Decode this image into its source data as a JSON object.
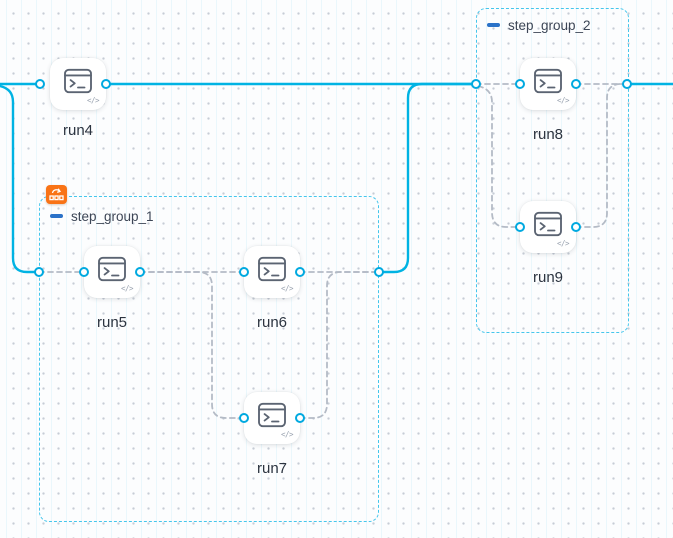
{
  "canvas": {
    "name": "workflow pipeline canvas"
  },
  "colors": {
    "edge_accent": "#00b3e3",
    "edge_neutral": "#b4bbc6",
    "group_border": "#45c6ec",
    "port_ring": "#00a9e0",
    "collapse_toggle": "#2b72c8",
    "loop_badge": "#f97316"
  },
  "glyphs": {
    "code": "</>"
  },
  "icons": {
    "node_icon": "terminal-icon",
    "group1_badge": "loop-icon",
    "collapse": "minus-icon"
  },
  "nodes": [
    {
      "id": "run4",
      "label": "run4"
    },
    {
      "id": "run5",
      "label": "run5"
    },
    {
      "id": "run6",
      "label": "run6"
    },
    {
      "id": "run7",
      "label": "run7"
    },
    {
      "id": "run8",
      "label": "run8"
    },
    {
      "id": "run9",
      "label": "run9"
    }
  ],
  "groups": [
    {
      "id": "step_group_1",
      "label": "step_group_1",
      "has_loop_badge": true
    },
    {
      "id": "step_group_2",
      "label": "step_group_2",
      "has_loop_badge": false
    }
  ]
}
